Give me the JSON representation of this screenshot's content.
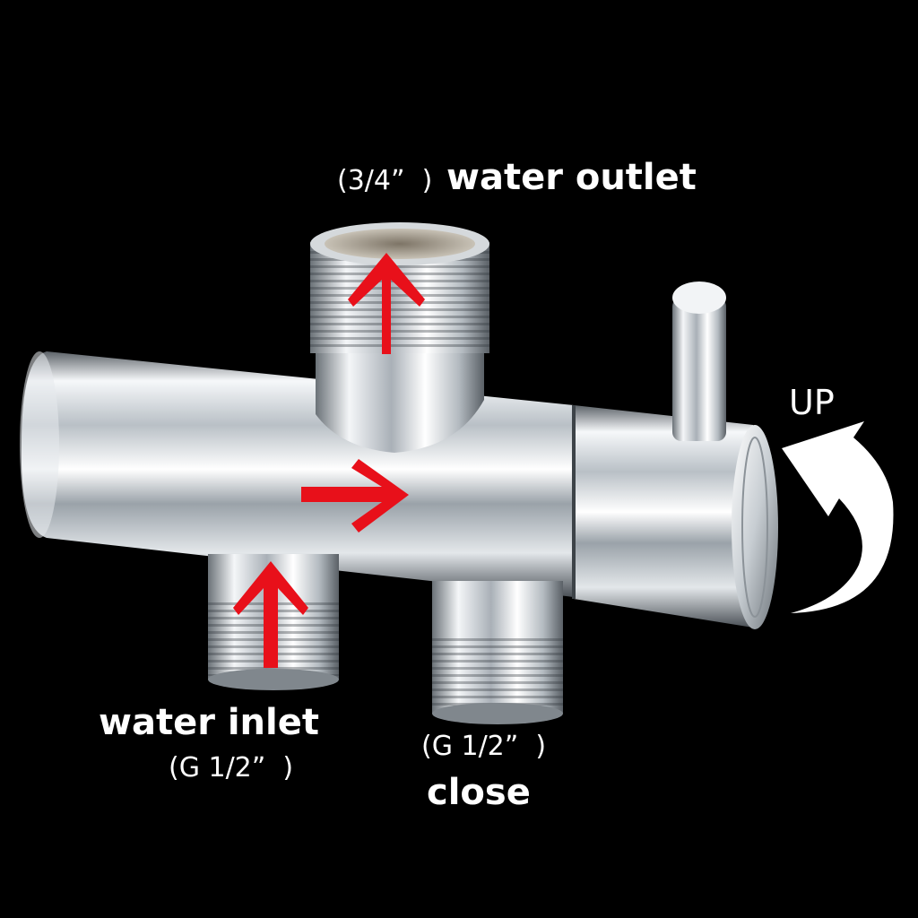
{
  "labels": {
    "outlet_size": "(3/4”  )",
    "outlet_name": "water outlet",
    "inlet_name": "water inlet",
    "inlet_size": "(G 1/2”  )",
    "close_size": "(G 1/2”  )",
    "close_name": "close",
    "up": "UP"
  },
  "colors": {
    "background": "#000000",
    "arrow": "#e8101a",
    "chrome_light": "#f4f6f8",
    "chrome_dark": "#6a7178",
    "text": "#ffffff"
  },
  "icons": [
    "arrow-up-icon",
    "arrow-right-icon",
    "rotate-up-icon"
  ]
}
